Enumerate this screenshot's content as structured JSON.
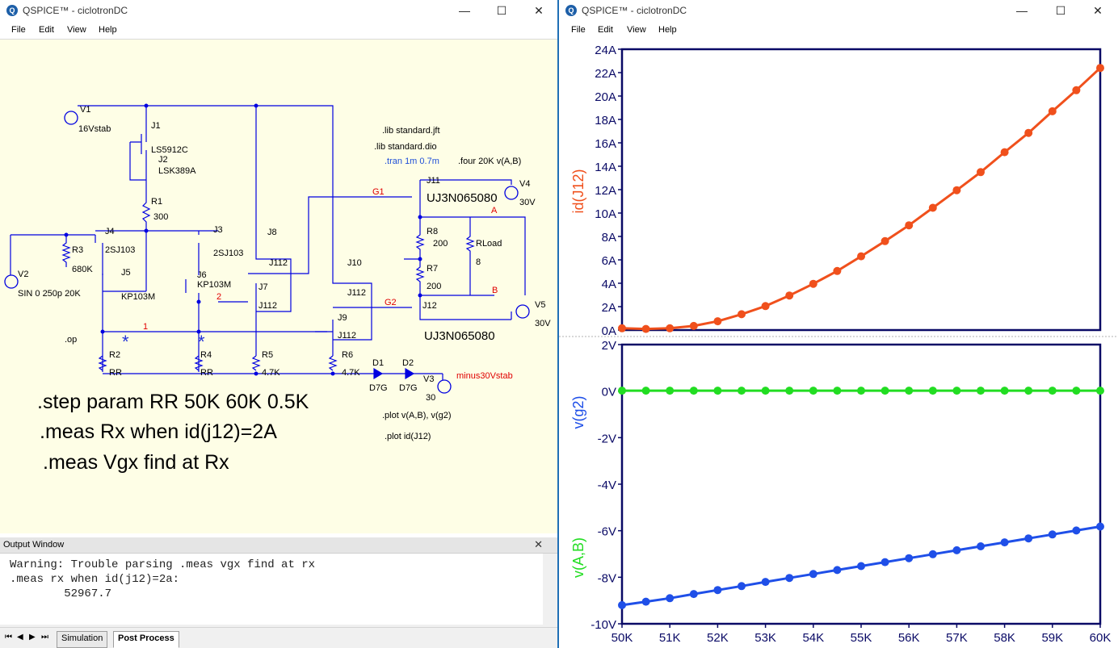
{
  "left_window": {
    "title": "QSPICE™ - ciclotronDC",
    "menu": [
      "File",
      "Edit",
      "View",
      "Help"
    ],
    "controls": {
      "minimize": "—",
      "maximize": "☐",
      "close": "✕"
    }
  },
  "right_window": {
    "title": "QSPICE™ - ciclotronDC",
    "menu": [
      "File",
      "Edit",
      "View",
      "Help"
    ],
    "controls": {
      "minimize": "—",
      "maximize": "☐",
      "close": "✕"
    }
  },
  "schematic": {
    "directives": [
      ".step param RR 50K 60K 0.5K",
      ".meas Rx when id(j12)=2A",
      ".meas Vgx find at Rx"
    ],
    "small_directives": {
      "lib_jft": ".lib standard.jft",
      "lib_dio": ".lib standard.dio",
      "tran": ".tran 1m 0.7m",
      "four": ".four 20K v(A,B)",
      "plot1": ".plot v(A,B), v(g2)",
      "plot2": ".plot id(J12)",
      "op": ".op"
    },
    "labels": {
      "V1": "V1",
      "V1v": "16Vstab",
      "J1": "J1",
      "LS5912C": "LS5912C",
      "J2": "J2",
      "LSK389A": "LSK389A",
      "R1": "R1",
      "R1v": "300",
      "J3": "J3",
      "J4": "J4",
      "2SJ103a": "2SJ103",
      "2SJ103b": "2SJ103",
      "R3": "R3",
      "R3v": "680K",
      "V2": "V2",
      "V2v": "SIN 0 250p 20K",
      "J5": "J5",
      "KP103Ma": "KP103M",
      "J6": "J6",
      "KP103Mb": "KP103M",
      "J8": "J8",
      "J112a": "J112",
      "J7": "J7",
      "J112b": "J112",
      "J10": "J10",
      "J112c": "J112",
      "J9": "J9",
      "J112d": "J112",
      "R2": "R2",
      "RRa": "RR",
      "R4": "R4",
      "RRb": "RR",
      "R5": "R5",
      "R5v": "4.7K",
      "R6": "R6",
      "R6v": "4.7K",
      "D1": "D1",
      "D1v": "D7G",
      "D2": "D2",
      "D2v": "D7G",
      "V3": "V3",
      "V3v": "30",
      "V3net": "minus30Vstab",
      "J11": "J11",
      "UJ3a": "UJ3N065080",
      "V4": "V4",
      "V4v": "30V",
      "R8": "R8",
      "R8v": "200",
      "RLoad": "RLoad",
      "RLoadv": "8",
      "R7": "R7",
      "R7v": "200",
      "J12": "J12",
      "UJ3b": "UJ3N065080",
      "V5": "V5",
      "V5v": "30V",
      "G1": "G1",
      "G2": "G2",
      "A": "A",
      "B": "B",
      "n1": "1",
      "n2": "2"
    }
  },
  "output_window": {
    "title": "Output Window",
    "close": "✕",
    "lines": [
      "Warning: Trouble parsing .meas vgx find at rx",
      ".meas rx when id(j12)=2a:",
      "        52967.7"
    ]
  },
  "tabs": {
    "nav": [
      "⏮",
      "◀",
      "▶",
      "⏭"
    ],
    "items": [
      "Simulation",
      "Post Process"
    ],
    "active": "Post Process"
  },
  "chart_data": [
    {
      "type": "line",
      "ylabel": "id(J12)",
      "x": [
        50000,
        50500,
        51000,
        51500,
        52000,
        52500,
        53000,
        53500,
        54000,
        54500,
        55000,
        55500,
        56000,
        56500,
        57000,
        57500,
        58000,
        58500,
        59000,
        59500,
        60000
      ],
      "xlim": [
        50000,
        60000
      ],
      "ylim": [
        0,
        24
      ],
      "yticks": [
        "0A",
        "2A",
        "4A",
        "6A",
        "8A",
        "10A",
        "12A",
        "14A",
        "16A",
        "18A",
        "20A",
        "22A",
        "24A"
      ],
      "series": [
        {
          "name": "id(J12)",
          "color": "#f0501c",
          "values": [
            0.15,
            0.1,
            0.15,
            0.35,
            0.75,
            1.35,
            2.05,
            2.95,
            3.95,
            5.05,
            6.3,
            7.6,
            8.95,
            10.45,
            11.95,
            13.5,
            15.2,
            16.85,
            18.7,
            20.5,
            22.4
          ]
        }
      ]
    },
    {
      "type": "line",
      "ylabel": "v(g2)",
      "ylabel2": "v(A,B)",
      "x": [
        50000,
        50500,
        51000,
        51500,
        52000,
        52500,
        53000,
        53500,
        54000,
        54500,
        55000,
        55500,
        56000,
        56500,
        57000,
        57500,
        58000,
        58500,
        59000,
        59500,
        60000
      ],
      "xlim": [
        50000,
        60000
      ],
      "ylim": [
        -10,
        2
      ],
      "xticks": [
        "50K",
        "51K",
        "52K",
        "53K",
        "54K",
        "55K",
        "56K",
        "57K",
        "58K",
        "59K",
        "60K"
      ],
      "yticks": [
        "-10V",
        "-8V",
        "-6V",
        "-4V",
        "-2V",
        "0V",
        "2V"
      ],
      "series": [
        {
          "name": "v(A,B)",
          "color": "#22dd22",
          "values": [
            0.02,
            0.02,
            0.02,
            0.02,
            0.02,
            0.02,
            0.02,
            0.02,
            0.02,
            0.02,
            0.02,
            0.02,
            0.02,
            0.02,
            0.02,
            0.02,
            0.02,
            0.02,
            0.02,
            0.02,
            0.02
          ]
        },
        {
          "name": "v(g2)",
          "color": "#1f4fe8",
          "values": [
            -9.2,
            -9.05,
            -8.9,
            -8.72,
            -8.55,
            -8.38,
            -8.2,
            -8.03,
            -7.86,
            -7.69,
            -7.52,
            -7.35,
            -7.18,
            -7.01,
            -6.84,
            -6.67,
            -6.5,
            -6.33,
            -6.16,
            -5.99,
            -5.82
          ]
        }
      ]
    }
  ]
}
